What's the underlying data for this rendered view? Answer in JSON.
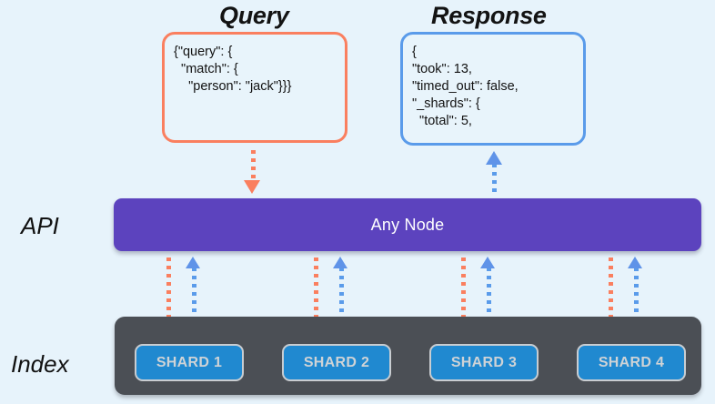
{
  "diagram": {
    "background_color": "#e7f3fb",
    "accent_request_color": "#fa7f5f",
    "accent_response_color": "#5a9bea",
    "api_bar_color": "#5c43be",
    "index_container_color": "#4b4f55",
    "shard_color": "#2089d0"
  },
  "query_panel": {
    "title": "Query",
    "body": "{\"query\": {\n  \"match\": {\n    \"person\": \"jack\"}}}"
  },
  "response_panel": {
    "title": "Response",
    "body": "{\n\"took\": 13,\n\"timed_out\": false,\n\"_shards\": {\n  \"total\": 5,"
  },
  "rows": {
    "api_label": "API",
    "index_label": "Index"
  },
  "api": {
    "node_label": "Any Node"
  },
  "index": {
    "shards": [
      {
        "label": "SHARD 1"
      },
      {
        "label": "SHARD 2"
      },
      {
        "label": "SHARD 3"
      },
      {
        "label": "SHARD 4"
      }
    ]
  }
}
